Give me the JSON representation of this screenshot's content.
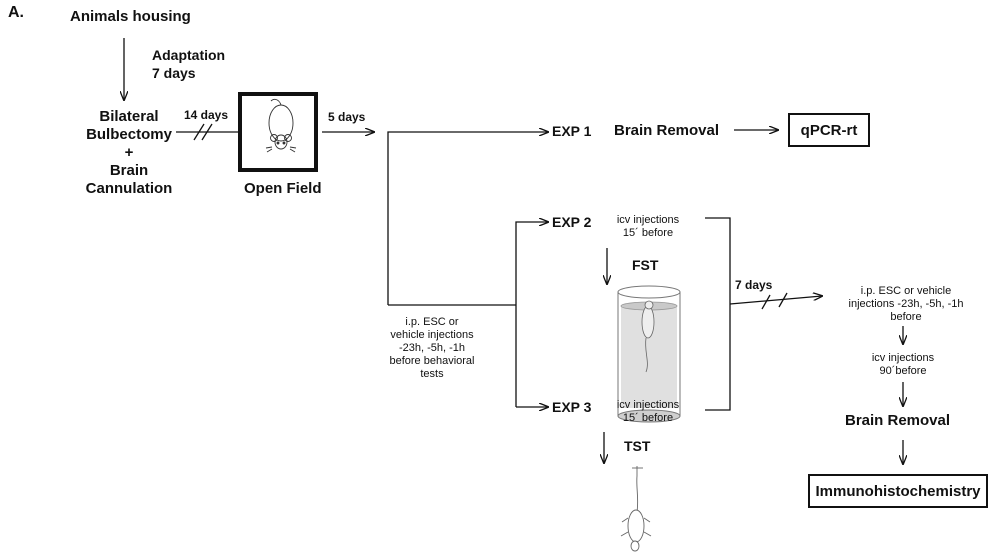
{
  "panel_label": "A.",
  "nodes": {
    "animals_housing": "Animals housing",
    "adaptation": [
      "Adaptation",
      "7 days"
    ],
    "bulbectomy": [
      "Bilateral",
      "Bulbectomy",
      "+",
      "Brain",
      "Cannulation"
    ],
    "days14": "14 days",
    "open_field": "Open Field",
    "days5": "5 days",
    "exp1": "EXP 1",
    "brain_removal_1": "Brain Removal",
    "qpcr": "qPCR-rt",
    "exp2": "EXP 2",
    "icv_exp2": [
      "icv injections",
      "15´ before"
    ],
    "fst": "FST",
    "ip_main": [
      "i.p. ESC or",
      "vehicle injections",
      "-23h, -5h, -1h",
      "before behavioral",
      "tests"
    ],
    "exp3": "EXP 3",
    "icv_exp3": [
      "icv injections",
      "15´ before"
    ],
    "tst": "TST",
    "days7": "7 days",
    "ip_right": [
      "i.p. ESC or vehicle",
      "injections -23h, -5h, -1h",
      "before"
    ],
    "icv_right": [
      "icv injections",
      "90´before"
    ],
    "brain_removal_2": "Brain Removal",
    "ihc": "Immunohistochemistry"
  },
  "icons": {
    "mouse": "mouse-icon",
    "cylinder": "water-cylinder-fst-icon",
    "hanging": "hanging-mouse-tst-icon"
  },
  "colors": {
    "line": "#111111",
    "water": "#d8d8d8"
  }
}
